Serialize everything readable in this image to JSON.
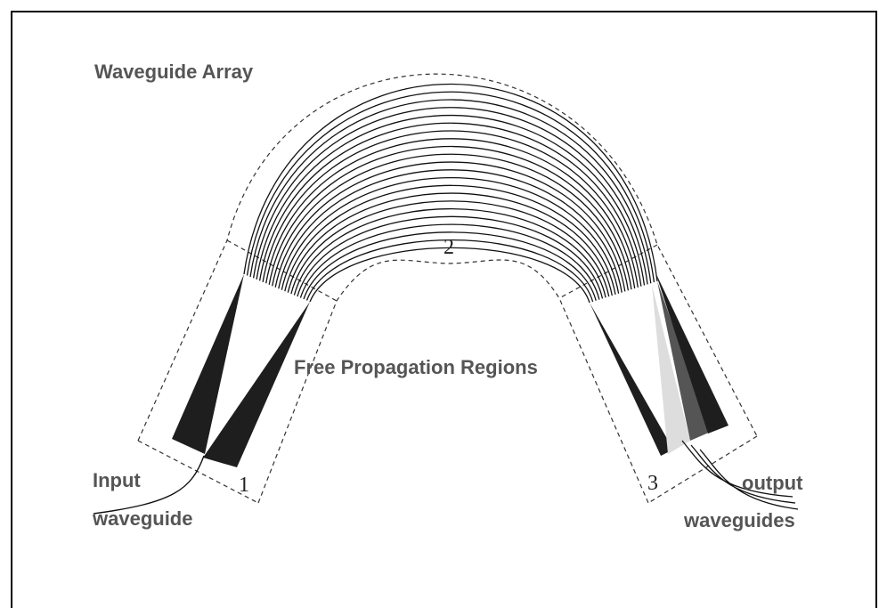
{
  "labels": {
    "array": "Waveguide Array",
    "fpr": "Free Propagation Regions",
    "input_line1": "Input",
    "input_line2": "waveguide",
    "output_line1": "output",
    "output_line2": "waveguides",
    "region1": "1",
    "region2": "2",
    "region3": "3"
  },
  "array_waveguide_count": 22,
  "colors": {
    "fill_dark": "#1e1e1e",
    "fill_mid": "#555555",
    "fill_light": "#dddddd",
    "label": "#555555"
  }
}
